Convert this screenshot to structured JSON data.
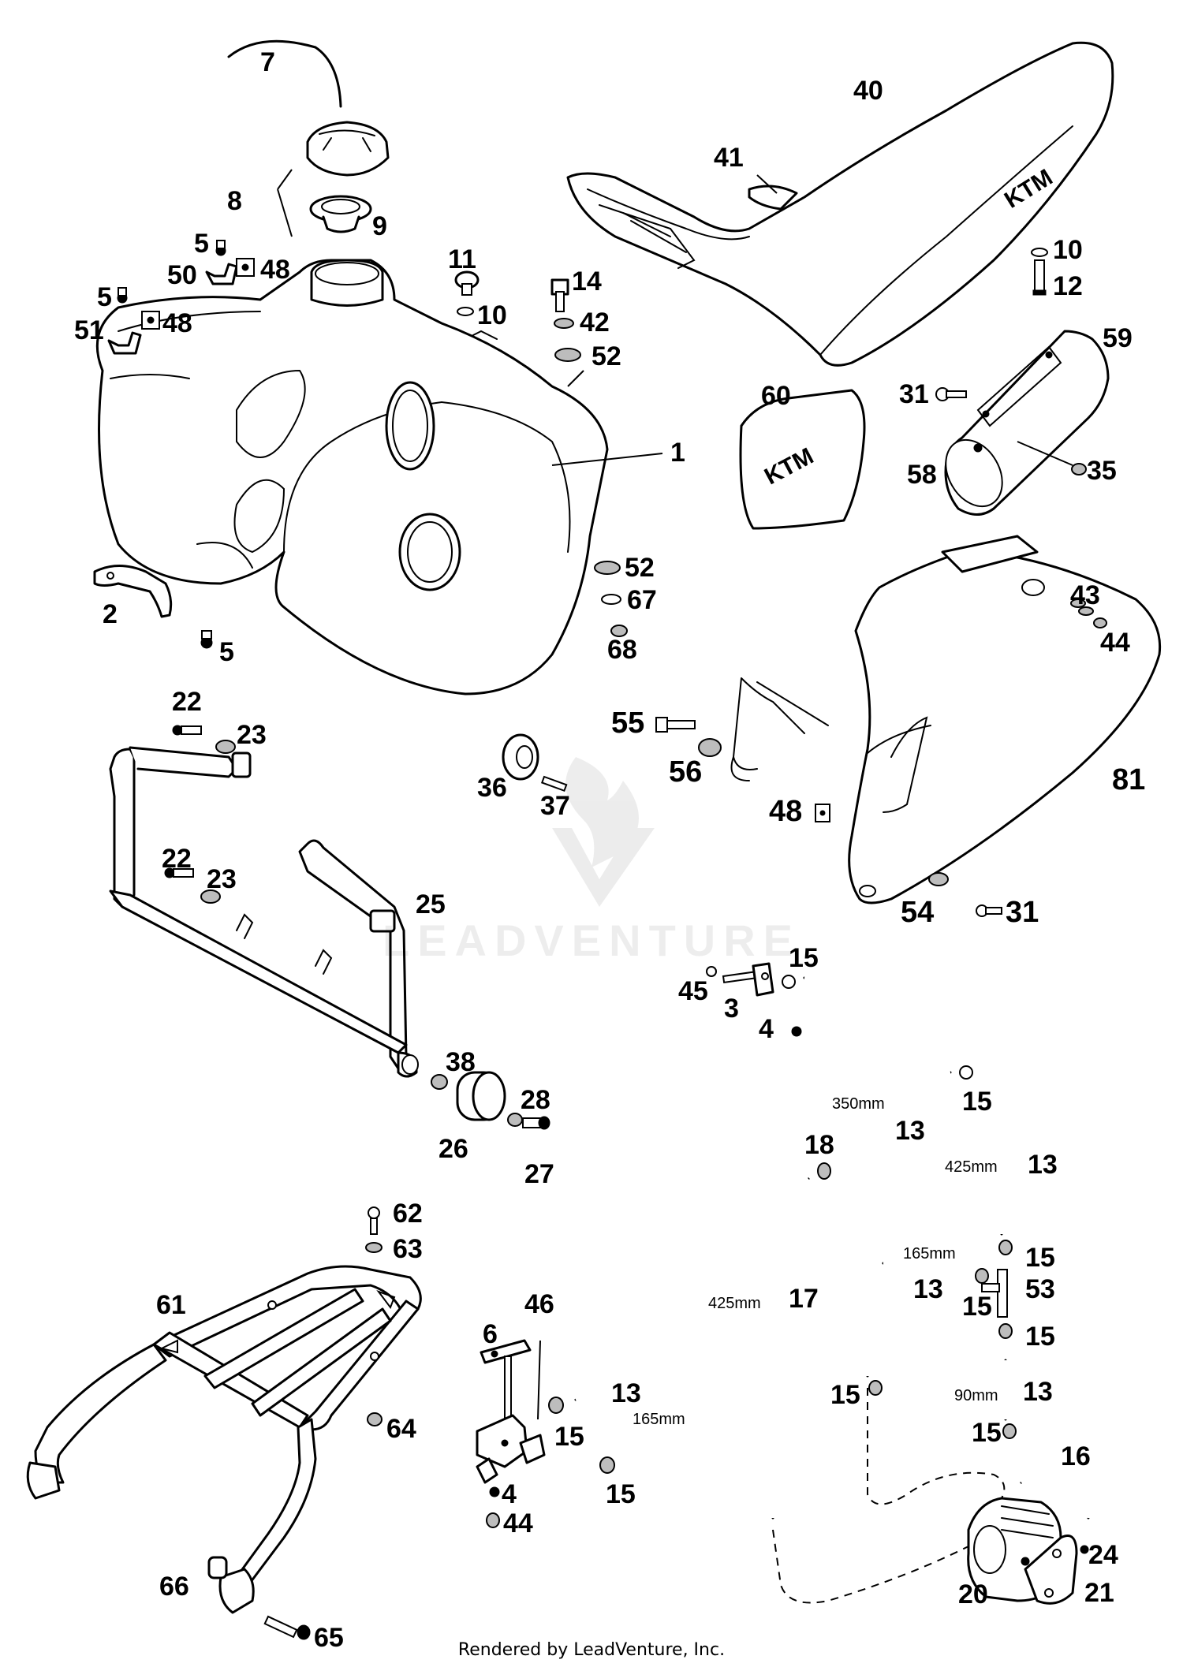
{
  "diagram": {
    "callouts": [
      {
        "id": "c7",
        "text": "7"
      },
      {
        "id": "c8",
        "text": "8"
      },
      {
        "id": "c9",
        "text": "9"
      },
      {
        "id": "c5a",
        "text": "5"
      },
      {
        "id": "c50",
        "text": "50"
      },
      {
        "id": "c48a",
        "text": "48"
      },
      {
        "id": "c5b",
        "text": "5"
      },
      {
        "id": "c51",
        "text": "51"
      },
      {
        "id": "c48b",
        "text": "48"
      },
      {
        "id": "c11",
        "text": "11"
      },
      {
        "id": "c10a",
        "text": "10"
      },
      {
        "id": "c14",
        "text": "14"
      },
      {
        "id": "c42",
        "text": "42"
      },
      {
        "id": "c52a",
        "text": "52"
      },
      {
        "id": "c1",
        "text": "1"
      },
      {
        "id": "c52b",
        "text": "52"
      },
      {
        "id": "c67",
        "text": "67"
      },
      {
        "id": "c68",
        "text": "68"
      },
      {
        "id": "c2",
        "text": "2"
      },
      {
        "id": "c5c",
        "text": "5"
      },
      {
        "id": "c40",
        "text": "40"
      },
      {
        "id": "c41",
        "text": "41"
      },
      {
        "id": "c10b",
        "text": "10"
      },
      {
        "id": "c12",
        "text": "12"
      },
      {
        "id": "c59",
        "text": "59"
      },
      {
        "id": "c60",
        "text": "60"
      },
      {
        "id": "c31a",
        "text": "31"
      },
      {
        "id": "c58",
        "text": "58"
      },
      {
        "id": "c35",
        "text": "35"
      },
      {
        "id": "c43",
        "text": "43"
      },
      {
        "id": "c44a",
        "text": "44"
      },
      {
        "id": "c81",
        "text": "81"
      },
      {
        "id": "c54",
        "text": "54"
      },
      {
        "id": "c31b",
        "text": "31"
      },
      {
        "id": "c22a",
        "text": "22"
      },
      {
        "id": "c23a",
        "text": "23"
      },
      {
        "id": "c22b",
        "text": "22"
      },
      {
        "id": "c23b",
        "text": "23"
      },
      {
        "id": "c25",
        "text": "25"
      },
      {
        "id": "c55",
        "text": "55"
      },
      {
        "id": "c56",
        "text": "56"
      },
      {
        "id": "c36",
        "text": "36"
      },
      {
        "id": "c37",
        "text": "37"
      },
      {
        "id": "c48c",
        "text": "48"
      },
      {
        "id": "c38",
        "text": "38"
      },
      {
        "id": "c28",
        "text": "28"
      },
      {
        "id": "c26",
        "text": "26"
      },
      {
        "id": "c27",
        "text": "27"
      },
      {
        "id": "c15a",
        "text": "15"
      },
      {
        "id": "c45",
        "text": "45"
      },
      {
        "id": "c3",
        "text": "3"
      },
      {
        "id": "c4a",
        "text": "4"
      },
      {
        "id": "c15b",
        "text": "15"
      },
      {
        "id": "c13a",
        "text": "13"
      },
      {
        "id": "c18",
        "text": "18"
      },
      {
        "id": "c13b",
        "text": "13"
      },
      {
        "id": "c15c",
        "text": "15"
      },
      {
        "id": "c13c",
        "text": "13"
      },
      {
        "id": "c15d",
        "text": "15"
      },
      {
        "id": "c53",
        "text": "53"
      },
      {
        "id": "c17",
        "text": "17"
      },
      {
        "id": "c15e",
        "text": "15"
      },
      {
        "id": "c15f",
        "text": "15"
      },
      {
        "id": "c13d",
        "text": "13"
      },
      {
        "id": "c15g",
        "text": "15"
      },
      {
        "id": "c16",
        "text": "16"
      },
      {
        "id": "c24",
        "text": "24"
      },
      {
        "id": "c20",
        "text": "20"
      },
      {
        "id": "c21",
        "text": "21"
      },
      {
        "id": "c62",
        "text": "62"
      },
      {
        "id": "c63",
        "text": "63"
      },
      {
        "id": "c61",
        "text": "61"
      },
      {
        "id": "c64",
        "text": "64"
      },
      {
        "id": "c66",
        "text": "66"
      },
      {
        "id": "c65",
        "text": "65"
      },
      {
        "id": "c46",
        "text": "46"
      },
      {
        "id": "c6",
        "text": "6"
      },
      {
        "id": "c13e",
        "text": "13"
      },
      {
        "id": "c15h",
        "text": "15"
      },
      {
        "id": "c15i",
        "text": "15"
      },
      {
        "id": "c4b",
        "text": "4"
      },
      {
        "id": "c44b",
        "text": "44"
      }
    ],
    "dimensions": [
      {
        "id": "d350",
        "text": "350mm"
      },
      {
        "id": "d425a",
        "text": "425mm"
      },
      {
        "id": "d165a",
        "text": "165mm"
      },
      {
        "id": "d425b",
        "text": "425mm"
      },
      {
        "id": "d90",
        "text": "90mm"
      },
      {
        "id": "d165b",
        "text": "165mm"
      }
    ],
    "brand_marks": [
      "KTM",
      "KTM"
    ],
    "watermark": "LEADVENTURE",
    "footer": "Rendered by LeadVenture, Inc."
  }
}
